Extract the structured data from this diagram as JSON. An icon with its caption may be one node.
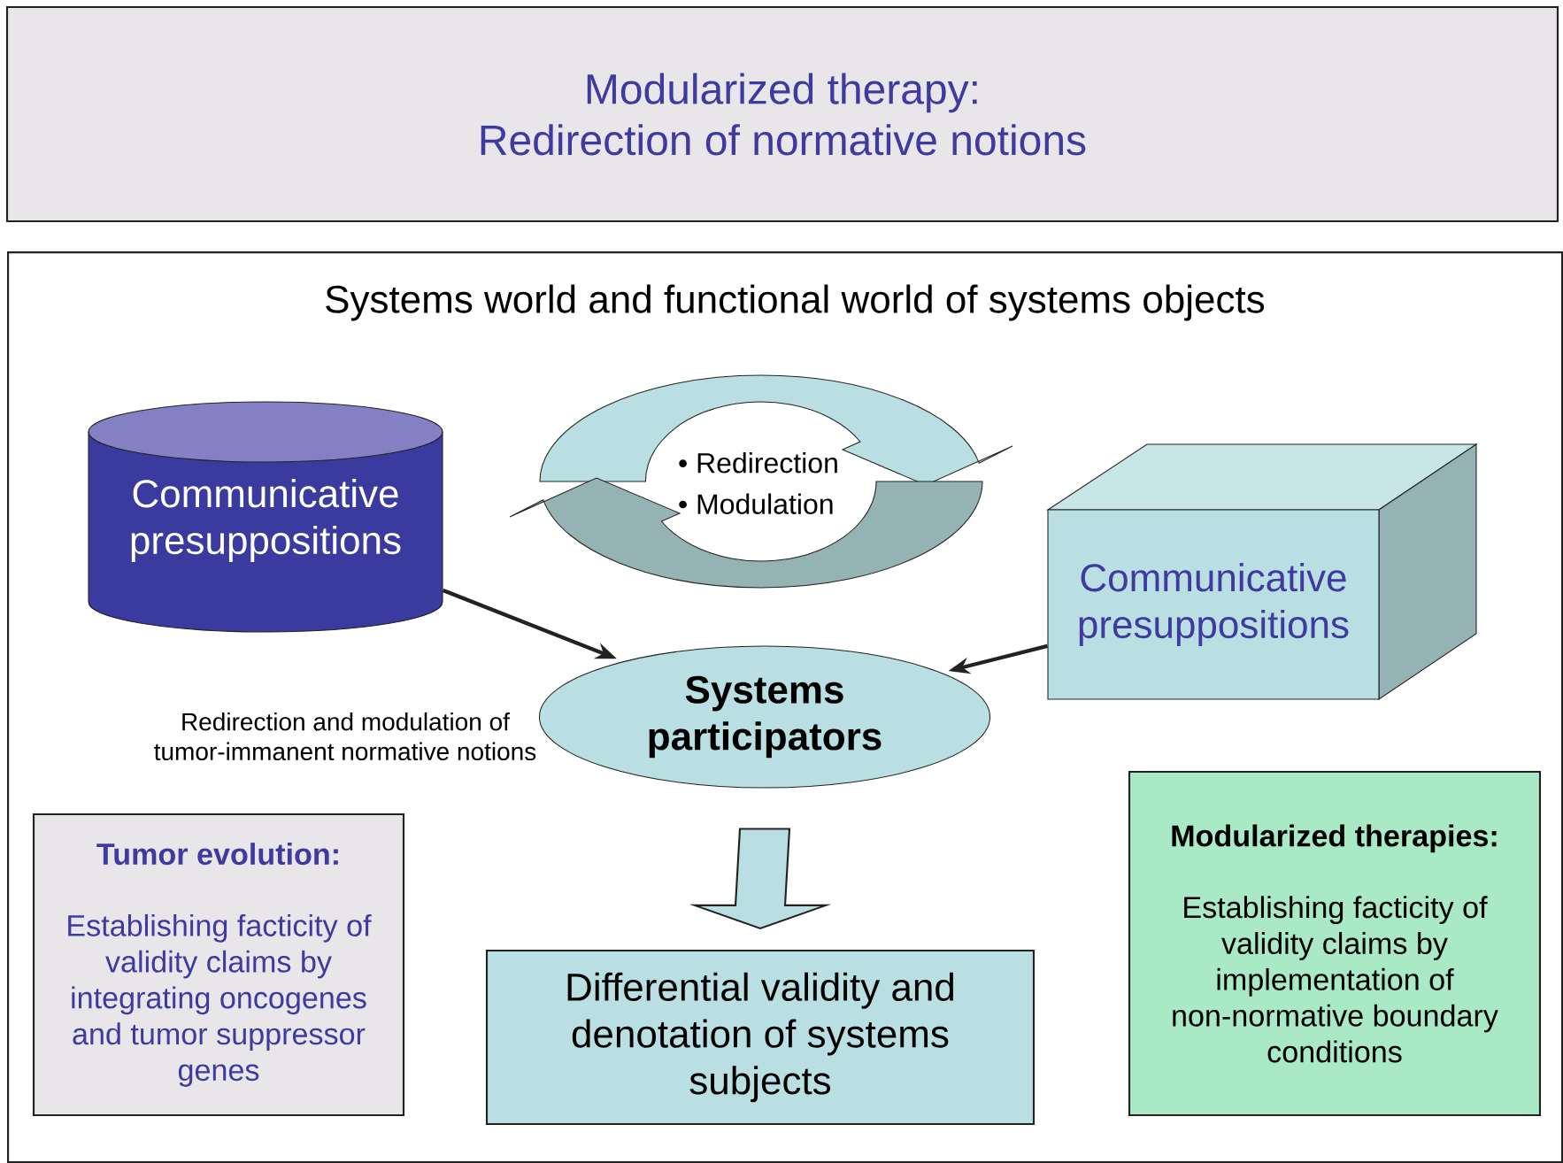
{
  "diagram": {
    "nodes": [
      {
        "text": [
          "Modularized therapy:",
          "Redirection of normative notions"
        ]
      },
      {
        "text": [
          "Systems world and functional world of systems objects"
        ]
      },
      {
        "text": [
          "Communicative presuppositions"
        ],
        "in": 1
      },
      {
        "text": [
          "• Redirection",
          "• Modulation"
        ],
        "in": 1
      },
      {
        "text": [
          "Communicative presuppositions"
        ],
        "in": 1
      },
      {
        "text": [
          "Systems participators"
        ],
        "in": 1,
        "beside": [
          "Redirection and modulation of tumor-immanent normative notions"
        ]
      },
      {
        "text": [
          "Tumor evolution:",
          "Establishing facticity of validity claims by integrating oncogenes and tumor suppressor genes"
        ],
        "in": 1
      },
      {
        "text": [
          "Differential validity and denotation of systems subjects"
        ],
        "in": 1
      },
      {
        "text": [
          "Modularized therapies:",
          "Establishing facticity of validity claims by implementation of non-normative boundary conditions"
        ],
        "in": 1
      }
    ],
    "edges": [
      {
        "from": 2,
        "to": 5,
        "arrow": "to"
      },
      {
        "from": 4,
        "to": 5,
        "arrow": "to"
      },
      {
        "from": 5,
        "to": 7,
        "arrow": "to",
        "style": "thick"
      }
    ]
  }
}
